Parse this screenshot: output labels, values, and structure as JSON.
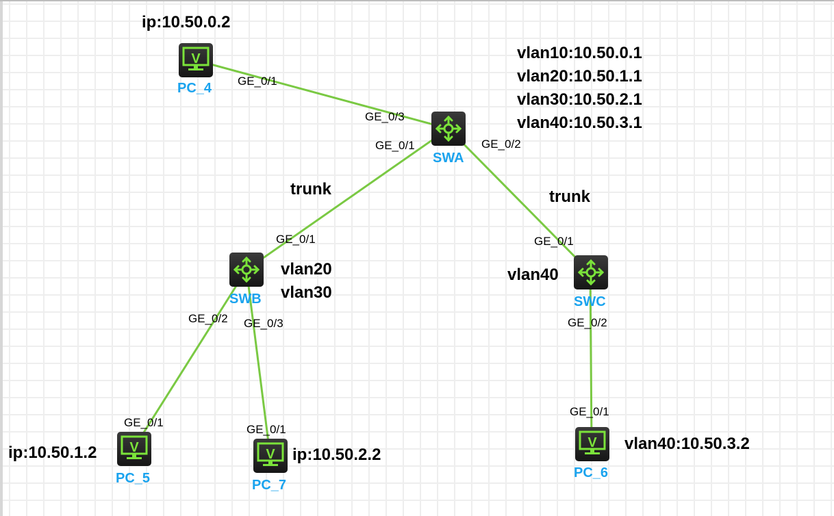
{
  "colors": {
    "link": "#7ac943",
    "icon_green": "#7be33a",
    "node_label": "#1aa3ee",
    "text": "#000000"
  },
  "nodes": {
    "pc4": {
      "label": "PC_4",
      "type": "pc",
      "icon": "pc-monitor-icon"
    },
    "swa": {
      "label": "SWA",
      "type": "switch",
      "icon": "l3-switch-icon"
    },
    "swb": {
      "label": "SWB",
      "type": "switch",
      "icon": "l3-switch-icon"
    },
    "swc": {
      "label": "SWC",
      "type": "switch",
      "icon": "l3-switch-icon"
    },
    "pc5": {
      "label": "PC_5",
      "type": "pc",
      "icon": "pc-monitor-icon"
    },
    "pc7": {
      "label": "PC_7",
      "type": "pc",
      "icon": "pc-monitor-icon"
    },
    "pc6": {
      "label": "PC_6",
      "type": "pc",
      "icon": "pc-monitor-icon"
    }
  },
  "links": [
    {
      "from": "pc4",
      "to": "swa",
      "from_port": "GE_0/1",
      "to_port": "GE_0/3"
    },
    {
      "from": "swa",
      "to": "swb",
      "from_port": "GE_0/1",
      "to_port": "GE_0/1",
      "mode": "trunk"
    },
    {
      "from": "swa",
      "to": "swc",
      "from_port": "GE_0/2",
      "to_port": "GE_0/1",
      "mode": "trunk"
    },
    {
      "from": "swb",
      "to": "pc5",
      "from_port": "GE_0/2",
      "to_port": "GE_0/1"
    },
    {
      "from": "swb",
      "to": "pc7",
      "from_port": "GE_0/3",
      "to_port": "GE_0/1"
    },
    {
      "from": "swc",
      "to": "pc6",
      "from_port": "GE_0/2",
      "to_port": "GE_0/1"
    }
  ],
  "notes": {
    "pc4_ip": "ip:10.50.0.2",
    "swa_vlans": [
      "vlan10:10.50.0.1",
      "vlan20:10.50.1.1",
      "vlan30:10.50.2.1",
      "vlan40:10.50.3.1"
    ],
    "swb_vlans": [
      "vlan20",
      "vlan30"
    ],
    "swc_vlan": "vlan40",
    "pc5_ip": "ip:10.50.1.2",
    "pc7_ip": "ip:10.50.2.2",
    "pc6_ip": "vlan40:10.50.3.2",
    "trunk_left": "trunk",
    "trunk_right": "trunk"
  }
}
